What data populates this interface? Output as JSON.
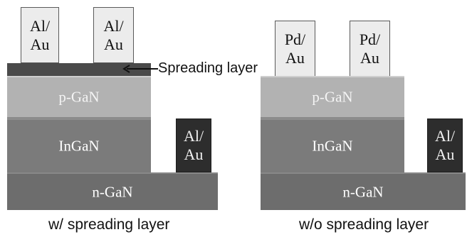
{
  "left_structure": {
    "contacts": [
      {
        "line1": "Al/",
        "line2": "Au"
      },
      {
        "line1": "Al/",
        "line2": "Au"
      }
    ],
    "spreading_layer_label": "Spreading layer",
    "p_layer": "p-GaN",
    "active_layer": "InGaN",
    "n_layer": "n-GaN",
    "n_contact": {
      "line1": "Al/",
      "line2": "Au"
    },
    "caption": "w/ spreading layer"
  },
  "right_structure": {
    "contacts": [
      {
        "line1": "Pd/",
        "line2": "Au"
      },
      {
        "line1": "Pd/",
        "line2": "Au"
      }
    ],
    "p_layer": "p-GaN",
    "active_layer": "InGaN",
    "n_layer": "n-GaN",
    "n_contact": {
      "line1": "Al/",
      "line2": "Au"
    },
    "caption": "w/o spreading layer"
  },
  "colors": {
    "n_gan": "#6d6d6d",
    "ingan": "#7b7b7b",
    "p_gan": "#b2b2b2",
    "spreading_layer": "#4a4a4a",
    "contact_light": "#ececec",
    "contact_dark": "#2d2d2d"
  }
}
